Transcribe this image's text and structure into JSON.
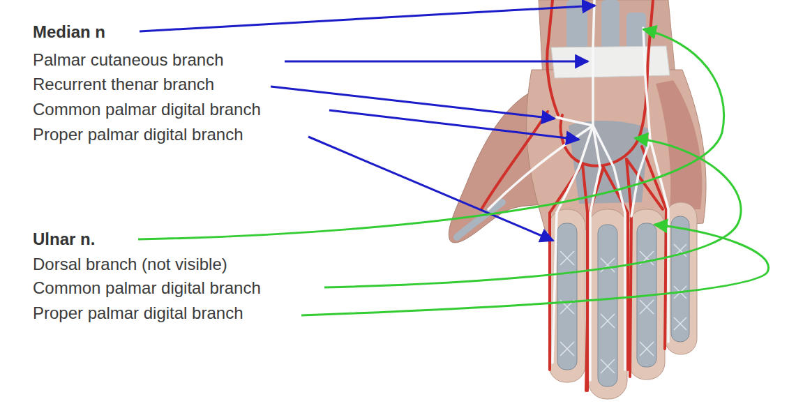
{
  "diagram": {
    "labels": [
      "Median n",
      "Palmar cutaneous branch",
      "Recurrent thenar branch",
      "Common palmar digital branch",
      "Proper palmar digital branch",
      "Ulnar n.",
      "Dorsal branch (not visible)",
      "Common palmar digital branch",
      "Proper palmar digital branch"
    ]
  }
}
